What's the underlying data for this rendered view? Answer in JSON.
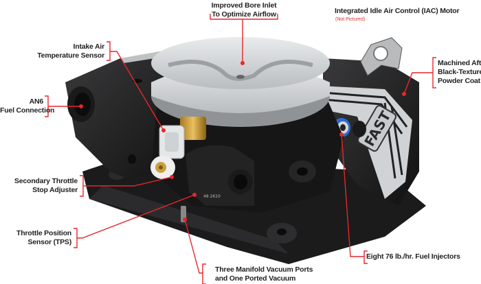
{
  "diagram": {
    "subject": "FAST EZ-EFI throttle body",
    "accent_color": "#e8262a",
    "brand_badge": "FAST",
    "callouts": [
      {
        "id": "bore-inlet",
        "lines": [
          "Improved Bore Inlet",
          "To Optimize Airflow"
        ]
      },
      {
        "id": "iac-motor",
        "lines": [
          "Integrated Idle Air Control (IAC) Motor"
        ],
        "note": "(Not Pictured)"
      },
      {
        "id": "iat-sensor",
        "lines": [
          "Intake Air",
          "Temperature Sensor"
        ]
      },
      {
        "id": "powder-coat",
        "lines": [
          "Machined After",
          "Black-Textured",
          "Powder Coat"
        ]
      },
      {
        "id": "an6-fuel",
        "lines": [
          "AN6",
          "Fuel Connection"
        ]
      },
      {
        "id": "throttle-stop",
        "lines": [
          "Secondary Throttle",
          "Stop Adjuster"
        ]
      },
      {
        "id": "tps",
        "lines": [
          "Throttle Position",
          "Sensor (TPS)"
        ]
      },
      {
        "id": "vacuum-ports",
        "lines": [
          "Three Manifold Vacuum Ports",
          "and One Ported Vacuum"
        ]
      },
      {
        "id": "fuel-injectors",
        "lines": [
          "Eight 76 lb./hr. Fuel Injectors"
        ]
      }
    ],
    "tps_marking": "48 2610"
  }
}
